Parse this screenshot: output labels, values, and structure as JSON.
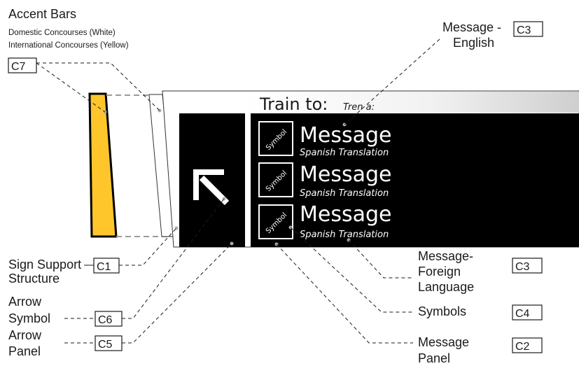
{
  "header": {
    "title": "Accent Bars",
    "line1": "Domestic Concourses (White)",
    "line2": "International Concourses (Yellow)"
  },
  "codes": {
    "c7": "C7",
    "c3a": "C3",
    "c1": "C1",
    "c6": "C6",
    "c5": "C5",
    "c3b": "C3",
    "c4": "C4",
    "c2": "C2"
  },
  "callouts": {
    "message_english_1": "Message -",
    "message_english_2": "English",
    "sign_support_1": "Sign Support",
    "sign_support_2": "Structure",
    "arrow_symbol_1": "Arrow",
    "arrow_symbol_2": "Symbol",
    "arrow_panel_1": "Arrow",
    "arrow_panel_2": "Panel",
    "foreign_1": "Message-",
    "foreign_2": "Foreign",
    "foreign_3": "Language",
    "symbols": "Symbols",
    "message_panel_1": "Message",
    "message_panel_2": "Panel"
  },
  "sign": {
    "header_main": "Train to:",
    "header_sub": "Tren a:",
    "rows": [
      {
        "symbol": "Symbol",
        "message": "Message",
        "translation": "Spanish Translation"
      },
      {
        "symbol": "Symbol",
        "message": "Message",
        "translation": "Spanish Translation"
      },
      {
        "symbol": "Symbol",
        "message": "Message",
        "translation": "Spanish Translation"
      }
    ]
  },
  "colors": {
    "accent_bar": "#FFC62B",
    "panel": "#000000",
    "text_on_panel": "#FFFFFF"
  }
}
